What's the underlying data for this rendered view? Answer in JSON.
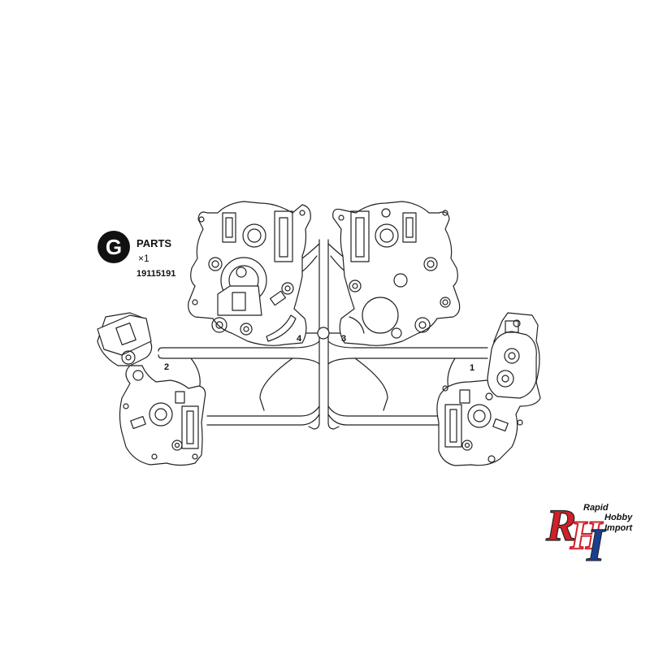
{
  "parts_label": {
    "letter": "G",
    "title": "PARTS",
    "quantity": "×1",
    "code": "19115191"
  },
  "part_numbers": [
    "1",
    "2",
    "3",
    "4"
  ],
  "logo": {
    "words": [
      "Rapid",
      "Hobby",
      "Import"
    ],
    "letters": [
      "R",
      "H",
      "I"
    ],
    "colors": {
      "red": "#d0202a",
      "blue": "#1b3f8f",
      "outline": "#222222"
    }
  },
  "colors": {
    "line": "#222222",
    "background": "#ffffff"
  }
}
